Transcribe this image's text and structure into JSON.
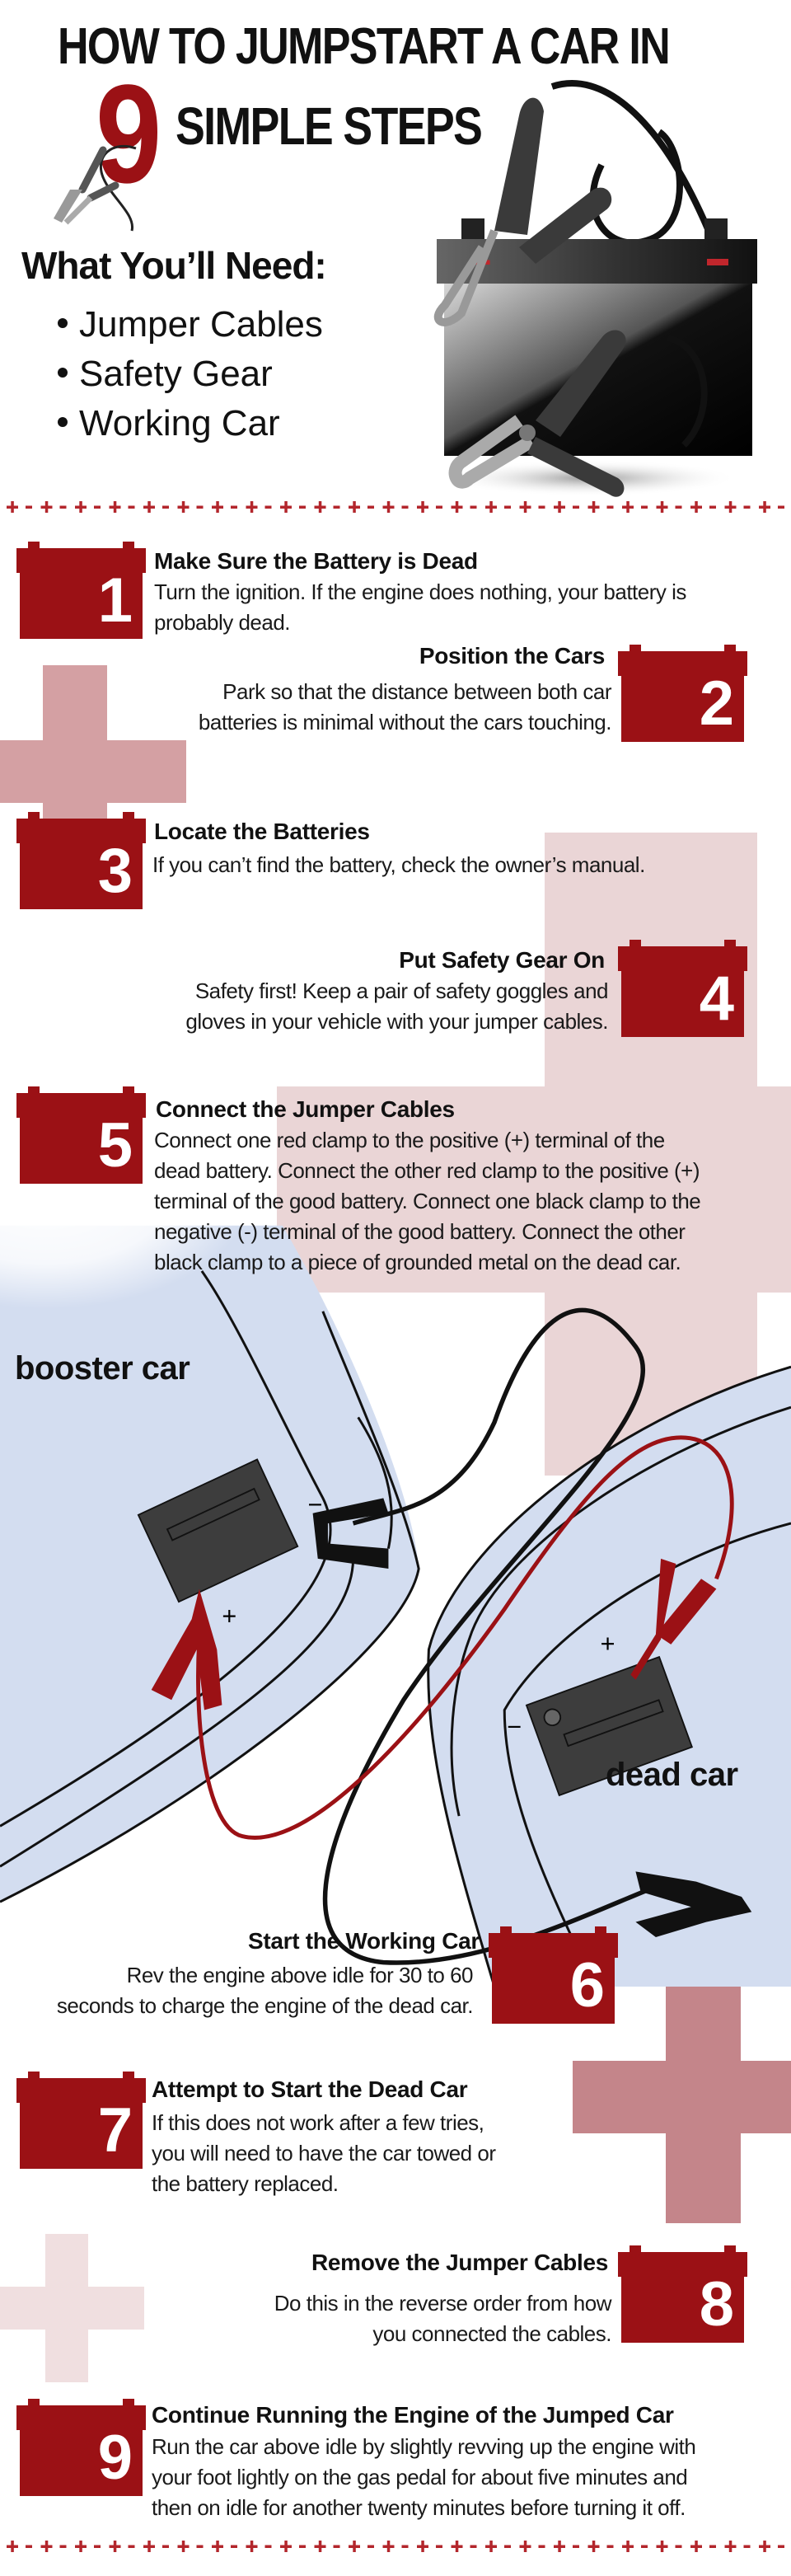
{
  "header": {
    "title_line1": "HOW TO JUMPSTART A CAR IN",
    "title_number": "9",
    "title_line2": "SIMPLE STEPS"
  },
  "needs": {
    "heading": "What You’ll Need:",
    "items": [
      "Jumper Cables",
      "Safety Gear",
      "Working Car"
    ]
  },
  "colors": {
    "brand_red": "#9b1115",
    "plus_dark": "#c4858a",
    "plus_medium": "#d4a0a3",
    "plus_light": "#ead5d6",
    "car_blue": "#d3ddf0"
  },
  "steps": [
    {
      "number": "1",
      "title": "Make Sure the Battery is Dead",
      "lines": [
        "Turn the ignition. If the engine does nothing, your battery is",
        "probably dead."
      ]
    },
    {
      "number": "2",
      "title": "Position the Cars",
      "lines": [
        "Park so that the distance between both car",
        "batteries is minimal without the cars touching."
      ]
    },
    {
      "number": "3",
      "title": "Locate the Batteries",
      "lines": [
        "If you can’t find the battery, check the owner’s manual."
      ]
    },
    {
      "number": "4",
      "title": "Put Safety Gear On",
      "lines": [
        "Safety first! Keep a pair of safety goggles and",
        "gloves in your vehicle with your jumper cables."
      ]
    },
    {
      "number": "5",
      "title": "Connect the Jumper Cables",
      "lines": [
        "Connect one red clamp to the positive (+) terminal of the",
        "dead battery. Connect the other red clamp to the positive (+)",
        "terminal of the good battery. Connect one black clamp to the",
        "negative (-) terminal of the good battery. Connect the other",
        "black clamp to a piece of grounded metal on the dead car."
      ]
    },
    {
      "number": "6",
      "title": "Start the Working Car",
      "lines": [
        "Rev the engine above idle for 30 to 60",
        "seconds to charge the engine of the dead car."
      ]
    },
    {
      "number": "7",
      "title": "Attempt to Start the Dead Car",
      "lines": [
        "If this does not work after a few tries,",
        "you will need to have the car towed or",
        "the battery replaced."
      ]
    },
    {
      "number": "8",
      "title": "Remove the Jumper Cables",
      "lines": [
        "Do this in the reverse order from how",
        "you connected the cables."
      ]
    },
    {
      "number": "9",
      "title": "Continue Running the Engine of the Jumped Car",
      "lines": [
        "Run the car above idle by slightly revving up the engine with",
        "your foot lightly on the gas pedal for about five minutes and",
        "then on idle for another twenty minutes before turning it off."
      ]
    }
  ],
  "diagram": {
    "booster_label": "booster car",
    "dead_label": "dead car",
    "plus_sign": "+",
    "minus_sign": "−"
  }
}
